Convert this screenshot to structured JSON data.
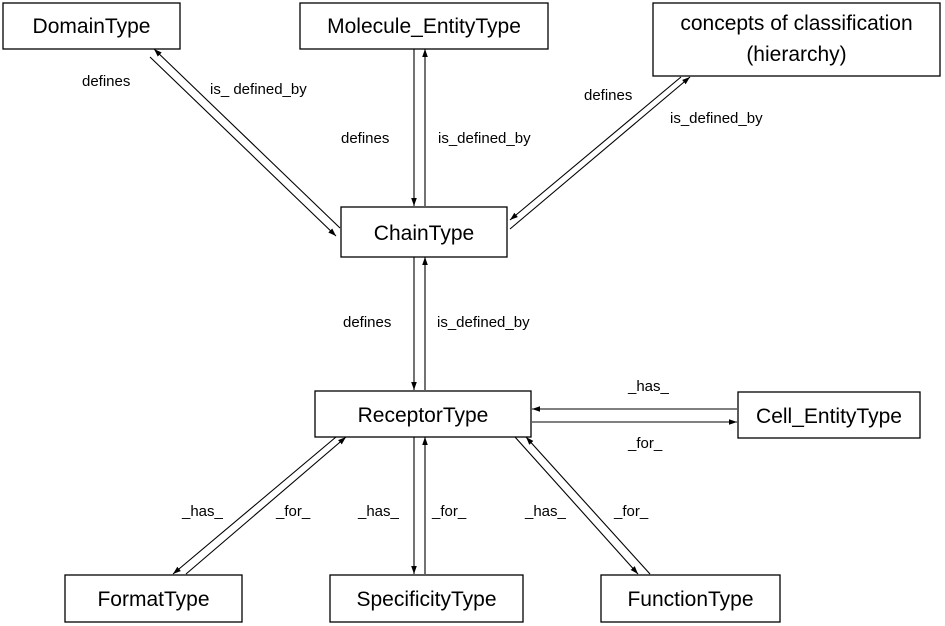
{
  "nodes": {
    "domain_type": "DomainType",
    "molecule_entity_type": "Molecule_EntityType",
    "concepts_line1": "concepts of classification",
    "concepts_line2": "(hierarchy)",
    "chain_type": "ChainType",
    "receptor_type": "ReceptorType",
    "cell_entity_type": "Cell_EntityType",
    "format_type": "FormatType",
    "specificity_type": "SpecificityType",
    "function_type": "FunctionType"
  },
  "edges": {
    "domain_defines": "defines",
    "domain_is_defined_by": "is_ defined_by",
    "molecule_defines": "defines",
    "molecule_is_defined_by": "is_defined_by",
    "concepts_defines": "defines",
    "concepts_is_defined_by": "is_defined_by",
    "chain_defines": "defines",
    "chain_is_defined_by": "is_defined_by",
    "cell_has": "_has_",
    "cell_for": "_for_",
    "format_has": "_has_",
    "format_for": "_for_",
    "specificity_has": "_has_",
    "specificity_for": "_for_",
    "function_has": "_has_",
    "function_for": "_for_"
  }
}
